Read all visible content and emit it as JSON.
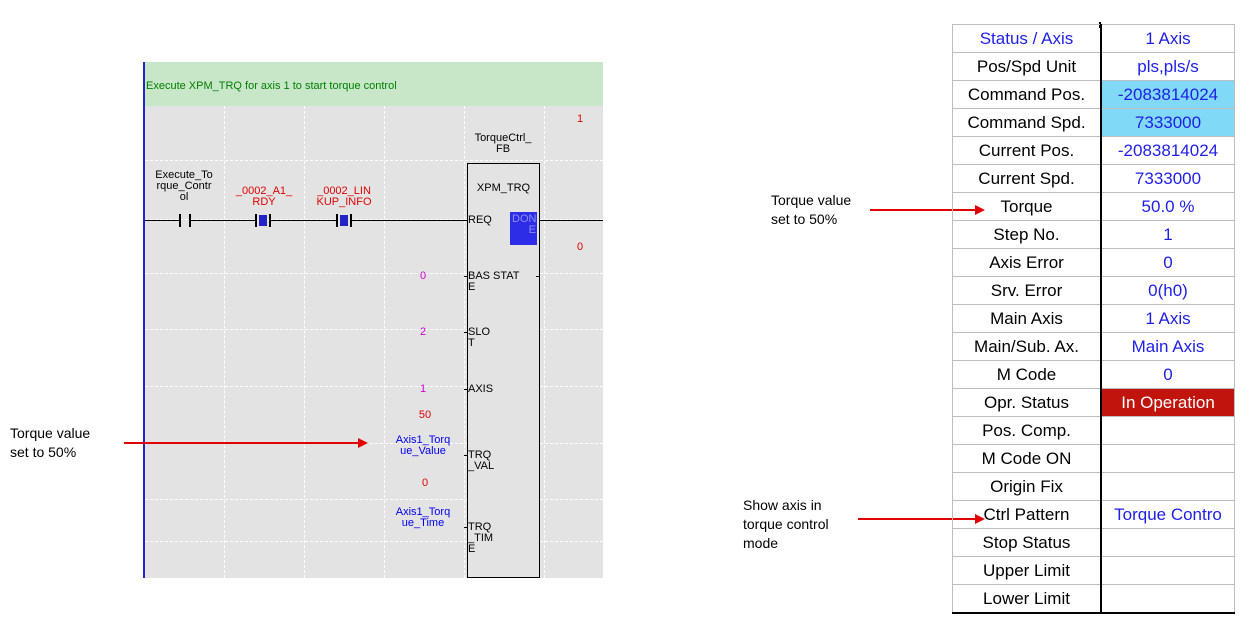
{
  "ladder": {
    "comment": "Execute XPM_TRQ for axis 1 to start torque control",
    "step_number_top": "1",
    "done_value": "0",
    "contacts": [
      {
        "label": "Execute_To\nrque_Contr\nol"
      },
      {
        "label": "_0002_A1_\nRDY"
      },
      {
        "label": "_0002_LIN\nKUP_INFO"
      }
    ],
    "function_block": {
      "instance": "TorqueCtrl_\nFB",
      "type": "XPM_TRQ",
      "pin_req": "REQ",
      "pin_done": "DON\nE",
      "pin_base": "BAS\nE",
      "pin_stat": "STAT",
      "pin_slot": "SLO\nT",
      "pin_axis": "AXIS",
      "pin_trq_val": "TRQ\n_VAL",
      "pin_trq_time": "TRQ\n_TIM\nE"
    },
    "inputs": {
      "base": "0",
      "slot": "2",
      "axis": "1",
      "trq_val_value": "50",
      "trq_val_var": "Axis1_Torq\nue_Value",
      "trq_time_value": "0",
      "trq_time_var": "Axis1_Torq\nue_Time"
    }
  },
  "annotations": {
    "left": "Torque value\nset to 50%",
    "right_top": "Torque value\nset to 50%",
    "right_bottom": "Show axis in\ntorque control\nmode"
  },
  "status_table": {
    "rows": [
      {
        "label": "Status / Axis",
        "value": "1 Axis"
      },
      {
        "label": "Pos/Spd Unit",
        "value": "pls,pls/s"
      },
      {
        "label": "Command Pos.",
        "value": "-2083814024"
      },
      {
        "label": "Command Spd.",
        "value": "7333000"
      },
      {
        "label": "Current Pos.",
        "value": "-2083814024"
      },
      {
        "label": "Current Spd.",
        "value": "7333000"
      },
      {
        "label": "Torque",
        "value": "50.0 %"
      },
      {
        "label": "Step No.",
        "value": "1"
      },
      {
        "label": "Axis Error",
        "value": "0"
      },
      {
        "label": "Srv. Error",
        "value": "0(h0)"
      },
      {
        "label": "Main Axis",
        "value": "1 Axis"
      },
      {
        "label": "Main/Sub. Ax.",
        "value": "Main Axis"
      },
      {
        "label": "M Code",
        "value": "0"
      },
      {
        "label": "Opr. Status",
        "value": "In Operation"
      },
      {
        "label": "Pos. Comp.",
        "value": ""
      },
      {
        "label": "M Code ON",
        "value": ""
      },
      {
        "label": "Origin Fix",
        "value": ""
      },
      {
        "label": "Ctrl Pattern",
        "value": "Torque Contro"
      },
      {
        "label": "Stop Status",
        "value": ""
      },
      {
        "label": "Upper Limit",
        "value": ""
      },
      {
        "label": "Lower Limit",
        "value": ""
      }
    ]
  },
  "colors": {
    "comment_bg": "#c8e6c8",
    "comment_text": "#008000",
    "ladder_bg": "#e3e3e3",
    "rail": "#2323c8",
    "value_blue": "#1e1ee6",
    "cyan_cell": "#7fd9f7",
    "operation_red": "#c0140c",
    "arrow_red": "#e00000"
  }
}
